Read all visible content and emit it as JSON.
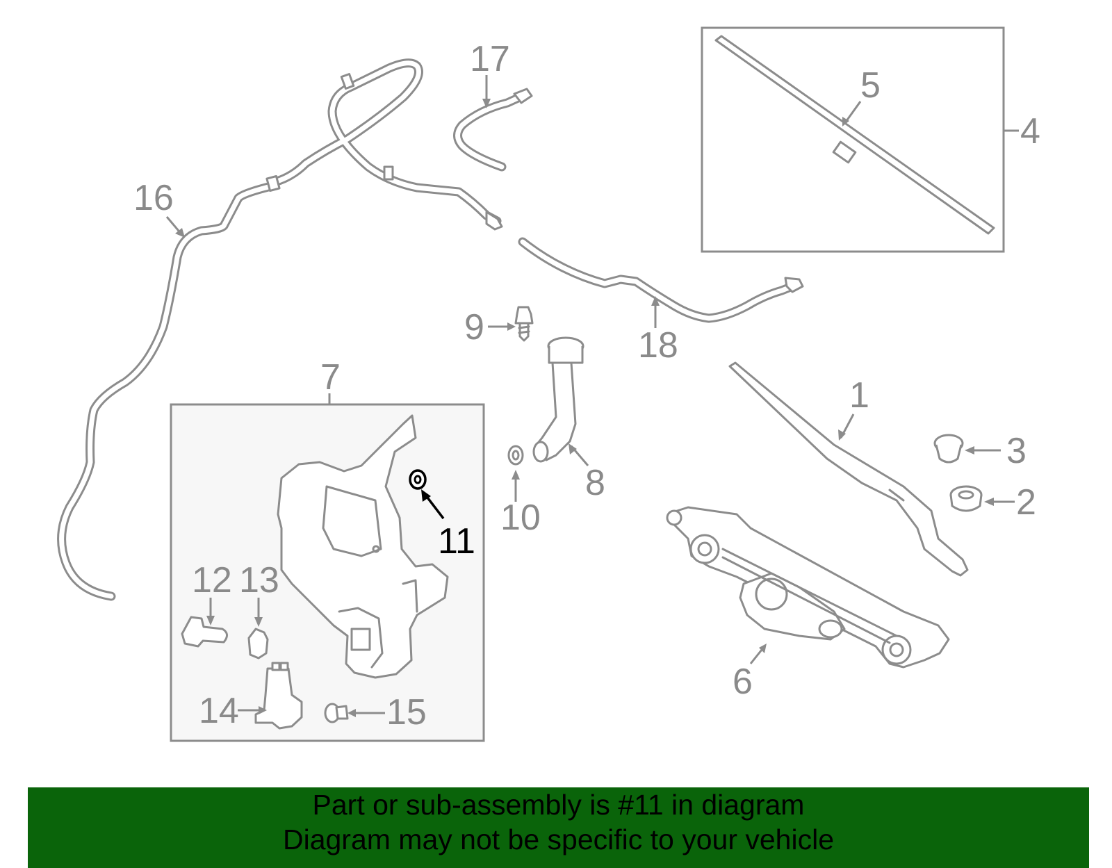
{
  "labels": {
    "p1": "1",
    "p2": "2",
    "p3": "3",
    "p4": "4",
    "p5": "5",
    "p6": "6",
    "p7": "7",
    "p8": "8",
    "p9": "9",
    "p10": "10",
    "p11": "11",
    "p12": "12",
    "p13": "13",
    "p14": "14",
    "p15": "15",
    "p16": "16",
    "p17": "17",
    "p18": "18"
  },
  "highlighted_part": "11",
  "banner": {
    "line1": "Part or sub-assembly is #11 in diagram",
    "line2": "Diagram may not be specific to your vehicle"
  },
  "colors": {
    "banner_bg": "#0a640a",
    "part_stroke": "#8c8c8c",
    "label_gray": "#8a8a8a",
    "highlight": "#000000"
  }
}
